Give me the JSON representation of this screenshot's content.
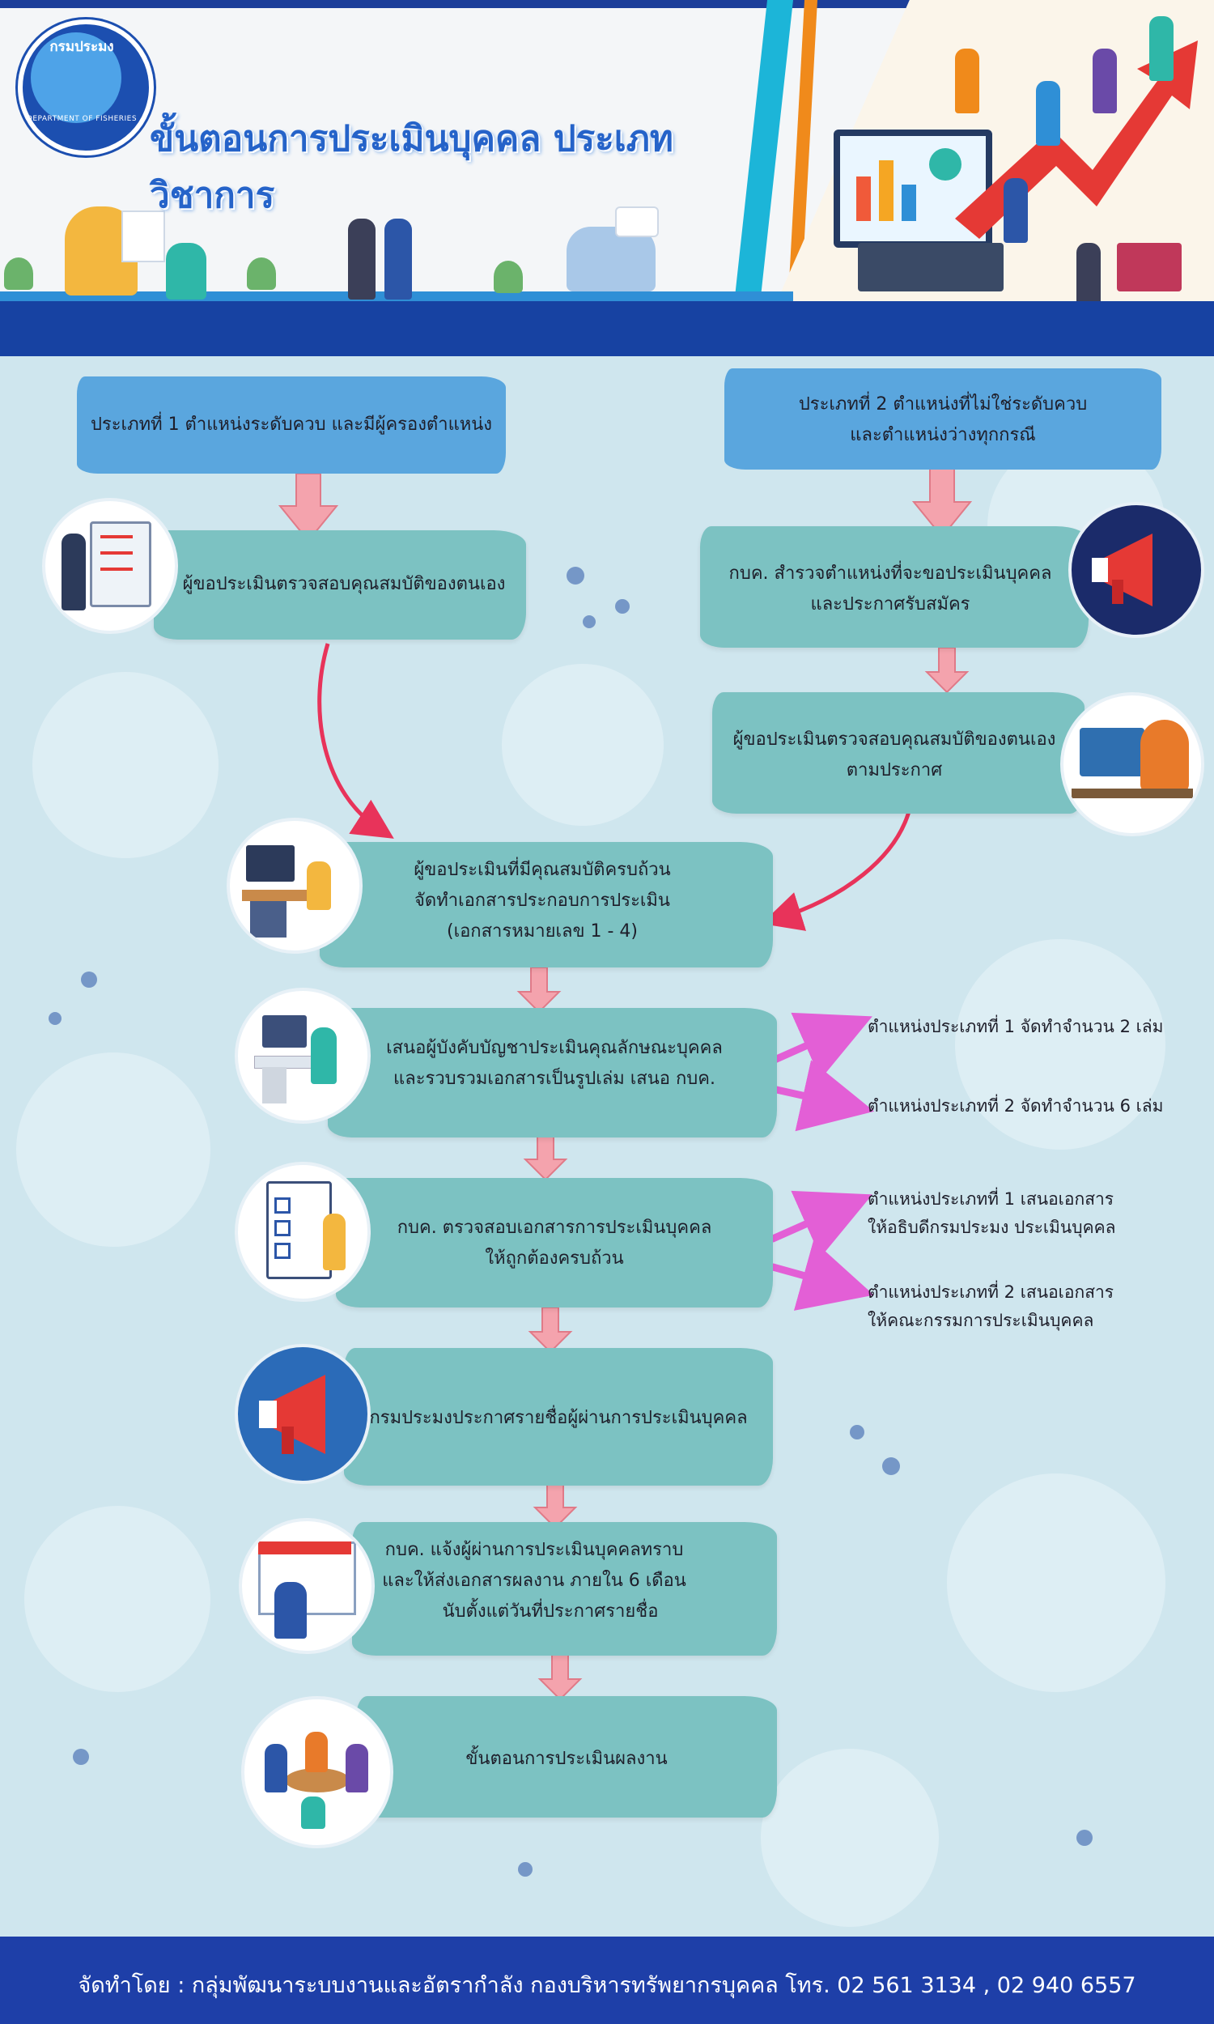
{
  "header": {
    "logo_top": "กรมประมง",
    "logo_bottom": "DEPARTMENT OF FISHERIES",
    "title": "ขั้นตอนการประเมินบุคคล ประเภทวิชาการ"
  },
  "type1": {
    "label": "ประเภทที่ 1 ตำแหน่งระดับควบ และมีผู้ครองตำแหน่ง",
    "step1": "ผู้ขอประเมินตรวจสอบคุณสมบัติของตนเอง"
  },
  "type2": {
    "label_line1": "ประเภทที่ 2 ตำแหน่งที่ไม่ใช่ระดับควบ",
    "label_line2": "และตำแหน่งว่างทุกกรณี",
    "step1_line1": "กบค. สำรวจตำแหน่งที่จะขอประเมินบุคคล",
    "step1_line2": "และประกาศรับสมัคร",
    "step2_line1": "ผู้ขอประเมินตรวจสอบคุณสมบัติของตนเอง",
    "step2_line2": "ตามประกาศ"
  },
  "steps": {
    "s1_line1": "ผู้ขอประเมินที่มีคุณสมบัติครบถ้วน",
    "s1_line2": "จัดทำเอกสารประกอบการประเมิน",
    "s1_line3": "(เอกสารหมายเลข 1 - 4)",
    "s2_line1": "เสนอผู้บังคับบัญชาประเมินคุณลักษณะบุคคล",
    "s2_line2": "และรวบรวมเอกสารเป็นรูปเล่ม เสนอ กบค.",
    "s3_line1": "กบค. ตรวจสอบเอกสารการประเมินบุคคล",
    "s3_line2": "ให้ถูกต้องครบถ้วน",
    "s4": "กรมประมงประกาศรายชื่อผู้ผ่านการประเมินบุคคล",
    "s5_line1": "กบค. แจ้งผู้ผ่านการประเมินบุคคลทราบ",
    "s5_line2": "และให้ส่งเอกสารผลงาน ภายใน 6 เดือน",
    "s5_line3": "นับตั้งแต่วันที่ประกาศรายชื่อ",
    "s6": "ขั้นตอนการประเมินผลงาน"
  },
  "side": {
    "a1": "ตำแหน่งประเภทที่ 1 จัดทำจำนวน 2 เล่ม",
    "a2": "ตำแหน่งประเภทที่ 2 จัดทำจำนวน 6 เล่ม",
    "b1_line1": "ตำแหน่งประเภทที่ 1 เสนอเอกสาร",
    "b1_line2": "ให้อธิบดีกรมประมง ประเมินบุคคล",
    "b2_line1": "ตำแหน่งประเภทที่ 2 เสนอเอกสาร",
    "b2_line2": "ให้คณะกรรมการประเมินบุคคล"
  },
  "footer": {
    "text": "จัดทำโดย : กลุ่มพัฒนาระบบงานและอัตรากำลัง  กองบริหารทรัพยากรบุคคล  โทร. 02 561 3134 , 02 940 6557"
  },
  "colors": {
    "box_teal": "#7cc2c2",
    "box_blue": "#5aa6de",
    "arrow_pink": "#f4a3ad",
    "curve_red": "#e8335a",
    "side_arrow": "#e35fd6",
    "footer_blue": "#1e3fa8"
  }
}
